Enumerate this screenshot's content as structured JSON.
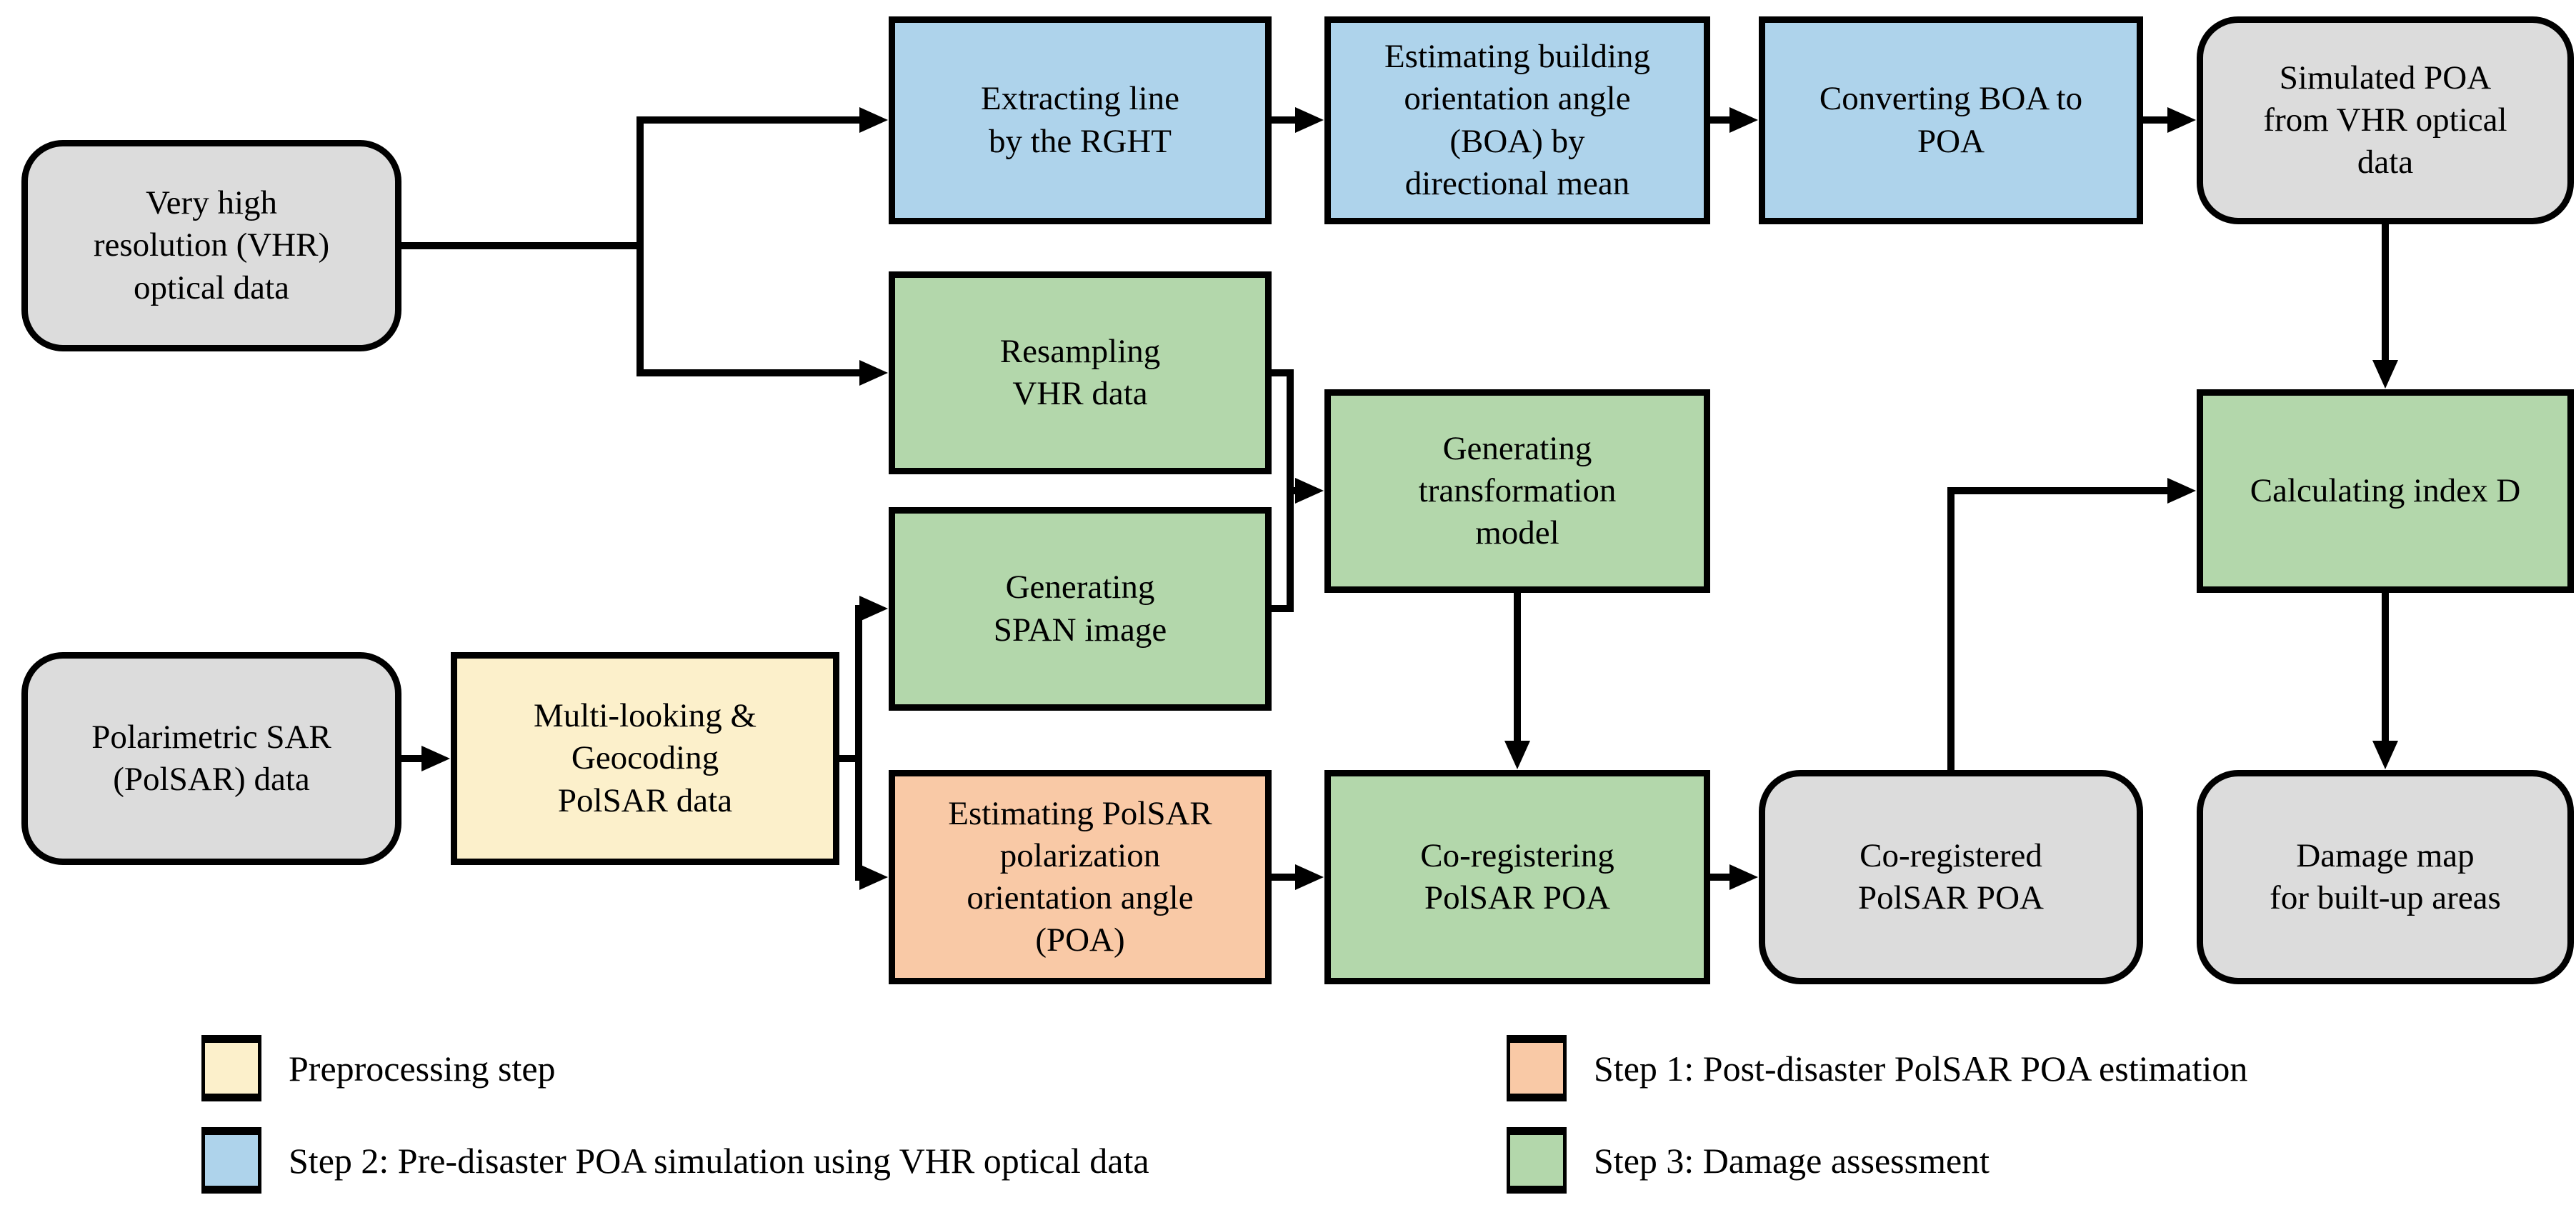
{
  "figure": {
    "description": "Flowchart of damage assessment method using PolSAR POA and VHR optical data"
  },
  "colors": {
    "gray": "#DCDCDC",
    "blue": "#AED3EB",
    "green": "#B3D7AB",
    "yellow": "#FCF0CB",
    "orange": "#F9C9A6",
    "line": "#000000"
  },
  "nodes": {
    "vhr_optical": {
      "label": "Very high\nresolution (VHR)\noptical data"
    },
    "extracting_line": {
      "label": "Extracting line\nby the RGHT"
    },
    "estimating_boa": {
      "label": "Estimating building\norientation angle\n(BOA) by\ndirectional mean"
    },
    "converting_boa": {
      "label": "Converting BOA to\nPOA"
    },
    "simulated_poa": {
      "label": "Simulated POA\nfrom VHR optical\ndata"
    },
    "resampling_vhr": {
      "label": "Resampling\nVHR data"
    },
    "generating_transform": {
      "label": "Generating\ntransformation\nmodel"
    },
    "generating_span": {
      "label": "Generating\nSPAN image"
    },
    "calculating_index": {
      "label": "Calculating index D"
    },
    "polsar_data": {
      "label": "Polarimetric SAR\n(PolSAR) data"
    },
    "multilooking": {
      "label": "Multi-looking &\nGeocoding\nPolSAR data"
    },
    "estimating_poa": {
      "label": "Estimating PolSAR\npolarization\norientation angle\n(POA)"
    },
    "coregistering": {
      "label": "Co-registering\nPolSAR POA"
    },
    "coregistered": {
      "label": "Co-registered\nPolSAR POA"
    },
    "damage_map": {
      "label": "Damage map\nfor built-up areas"
    }
  },
  "legend": {
    "preprocessing": {
      "label": "Preprocessing step"
    },
    "step1": {
      "label": "Step 1: Post-disaster PolSAR POA estimation"
    },
    "step2": {
      "label": "Step 2: Pre-disaster POA simulation using VHR optical data"
    },
    "step3": {
      "label": "Step 3: Damage assessment"
    }
  }
}
